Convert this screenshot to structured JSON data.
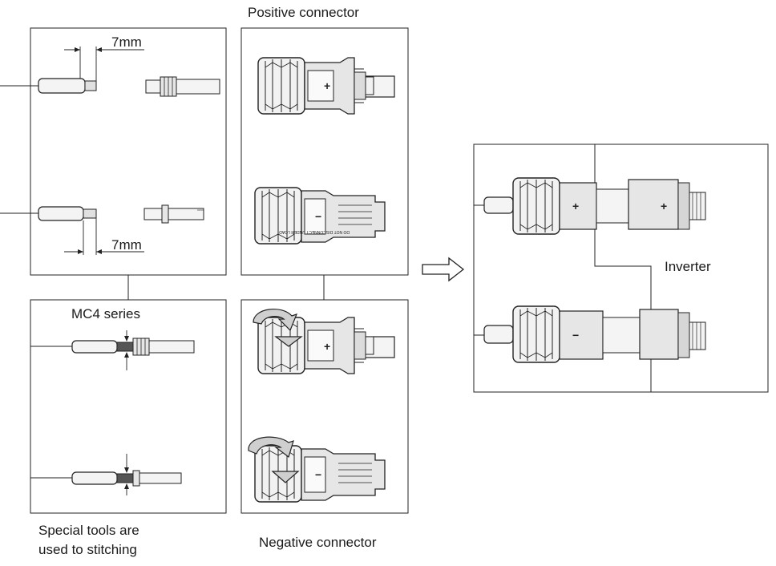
{
  "labels": {
    "positive_connector": "Positive connector",
    "negative_connector": "Negative connector",
    "mc4_series": "MC4 series",
    "strip_length_top": "7mm",
    "strip_length_bottom": "7mm",
    "special_tools_line1": "Special tools are",
    "special_tools_line2": "used to stitching",
    "inverter": "Inverter"
  },
  "connector_marks": {
    "plus": "+",
    "minus": "−"
  },
  "connector_warning_text": "DO NOT DISCONNECT UNDER LOAD",
  "icons": [
    "arrow-right-icon",
    "rotate-arrow-icon"
  ],
  "colors": {
    "line": "#222222",
    "fill_light": "#f2f2f2",
    "fill_mid": "#d6d6d6"
  }
}
